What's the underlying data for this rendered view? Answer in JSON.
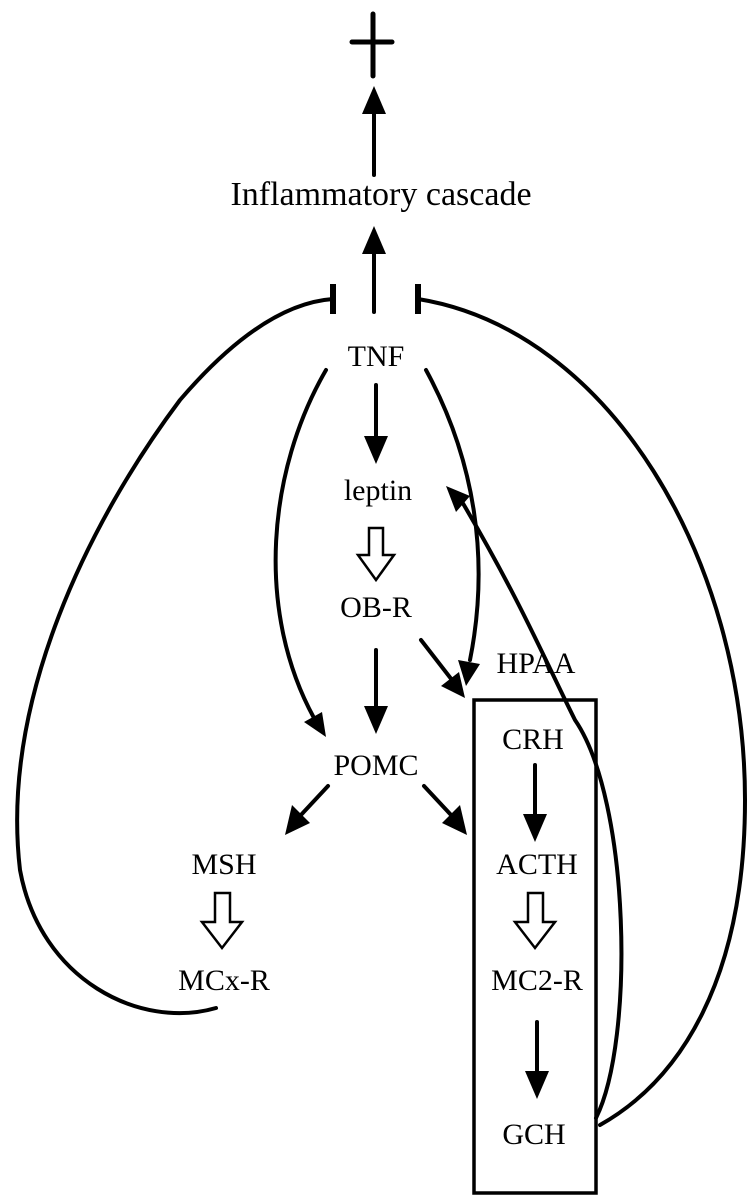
{
  "nodes": {
    "death_symbol": "+",
    "inflammatory_cascade": "Inflammatory cascade",
    "tnf": "TNF",
    "leptin": "leptin",
    "ob_r": "OB-R",
    "hpaa": "HPAA",
    "pomc": "POMC",
    "msh": "MSH",
    "mcx_r": "MCx-R",
    "crh": "CRH",
    "acth": "ACTH",
    "mc2_r": "MC2-R",
    "gch": "GCH"
  },
  "edges": [
    {
      "from": "inflammatory_cascade",
      "to": "death_symbol",
      "type": "arrow"
    },
    {
      "from": "tnf",
      "to": "inflammatory_cascade",
      "type": "arrow"
    },
    {
      "from": "mcx_r",
      "to": "inflammatory_cascade",
      "type": "inhibition"
    },
    {
      "from": "gch",
      "to": "inflammatory_cascade",
      "type": "inhibition"
    },
    {
      "from": "tnf",
      "to": "leptin",
      "type": "arrow"
    },
    {
      "from": "leptin",
      "to": "ob_r",
      "type": "hollow-arrow"
    },
    {
      "from": "ob_r",
      "to": "pomc",
      "type": "arrow"
    },
    {
      "from": "ob_r",
      "to": "hpaa",
      "type": "arrow"
    },
    {
      "from": "tnf",
      "to": "pomc",
      "type": "arrow"
    },
    {
      "from": "tnf",
      "to": "hpaa",
      "type": "arrow"
    },
    {
      "from": "pomc",
      "to": "msh",
      "type": "arrow"
    },
    {
      "from": "pomc",
      "to": "hpaa",
      "type": "arrow"
    },
    {
      "from": "msh",
      "to": "mcx_r",
      "type": "hollow-arrow"
    },
    {
      "from": "crh",
      "to": "acth",
      "type": "arrow"
    },
    {
      "from": "acth",
      "to": "mc2_r",
      "type": "hollow-arrow"
    },
    {
      "from": "mc2_r",
      "to": "gch",
      "type": "arrow"
    },
    {
      "from": "gch",
      "to": "leptin",
      "type": "arrow"
    }
  ]
}
